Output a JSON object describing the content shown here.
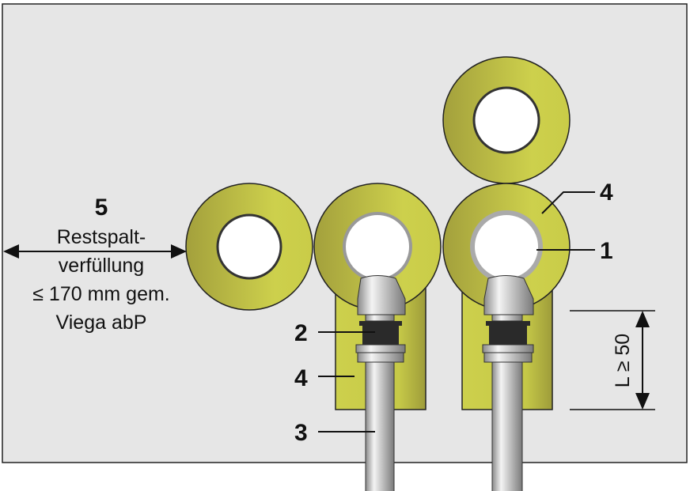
{
  "callouts": {
    "insulation_top": "4",
    "pipe": "1",
    "seal": "2",
    "insulation_sleeve": "4",
    "pipe_line": "3",
    "gap": "5"
  },
  "gap_note": {
    "line1": "Restspalt-",
    "line2": "verfüllung",
    "line3": "≤ 170 mm gem.",
    "line4": "Viega abP"
  },
  "dimension": "L ≥ 50",
  "colors": {
    "wall": "#e6e6e6",
    "insulation_light": "#cfd24c",
    "insulation_dark": "#9e9c3a",
    "seal": "#2a2a2a"
  }
}
